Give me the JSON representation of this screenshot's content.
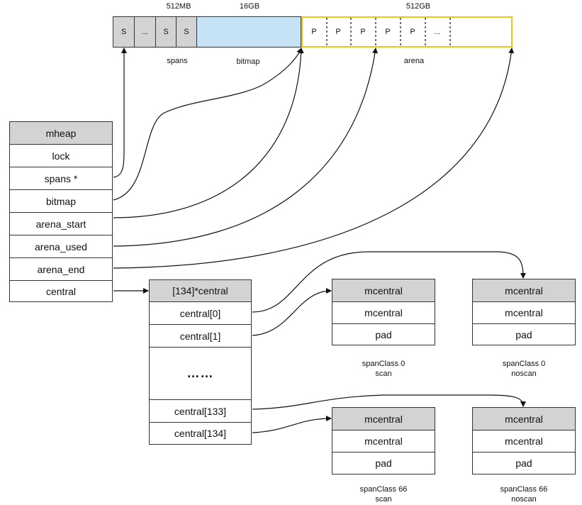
{
  "top_strip": {
    "size_labels": [
      "512MB",
      "16GB",
      "512GB"
    ],
    "span_cells": [
      "S",
      "...",
      "S",
      "S"
    ],
    "arena_cells": [
      "P",
      "P",
      "P",
      "P",
      "P",
      "..."
    ],
    "region_labels": [
      "spans",
      "bitmap",
      "arena"
    ]
  },
  "mheap": {
    "title": "mheap",
    "fields": [
      "lock",
      "spans *",
      "bitmap",
      "arena_start",
      "arena_used",
      "arena_end",
      "central"
    ]
  },
  "central_array": {
    "title": "[134]*central",
    "items_top": [
      "central[0]",
      "central[1]"
    ],
    "ellipsis": "……",
    "items_bottom": [
      "central[133]",
      "central[134]"
    ]
  },
  "mcentral_boxes": [
    {
      "title": "mcentral",
      "rows": [
        "mcentral",
        "pad"
      ],
      "caption": [
        "spanClass 0",
        "scan"
      ]
    },
    {
      "title": "mcentral",
      "rows": [
        "mcentral",
        "pad"
      ],
      "caption": [
        "spanClass 0",
        "noscan"
      ]
    },
    {
      "title": "mcentral",
      "rows": [
        "mcentral",
        "pad"
      ],
      "caption": [
        "spanClass 66",
        "scan"
      ]
    },
    {
      "title": "mcentral",
      "rows": [
        "mcentral",
        "pad"
      ],
      "caption": [
        "spanClass 66",
        "noscan"
      ]
    }
  ],
  "colors": {
    "header_fill": "#d3d3d3",
    "bitmap_fill": "#c6e2f5",
    "arena_border": "#f0c419",
    "border": "#333333"
  }
}
